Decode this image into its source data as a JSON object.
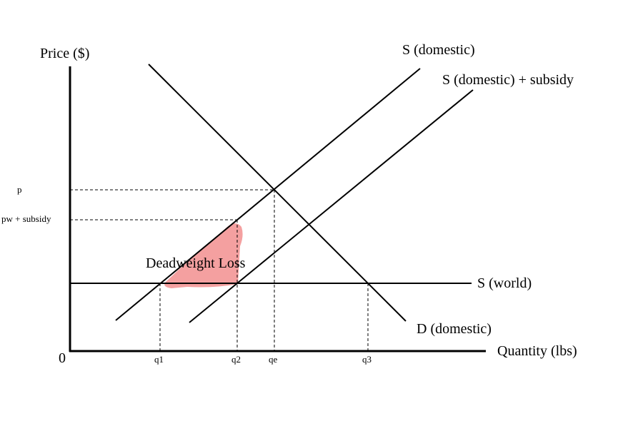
{
  "axes": {
    "y_label": "Price ($)",
    "x_label": "Quantity (lbs)",
    "origin_label": "0"
  },
  "curves": {
    "s_domestic": "S (domestic)",
    "s_domestic_subsidy": "S (domestic) + subsidy",
    "s_world": "S (world)",
    "d_domestic": "D (domestic)"
  },
  "price_ticks": {
    "p": "p",
    "pw_subsidy": "pw + subsidy"
  },
  "quantity_ticks": {
    "q1": "q1",
    "q2": "q2",
    "qe": "qe",
    "q3": "q3"
  },
  "region": {
    "label": "Deadweight Loss",
    "color": "#f4a0a0"
  }
}
